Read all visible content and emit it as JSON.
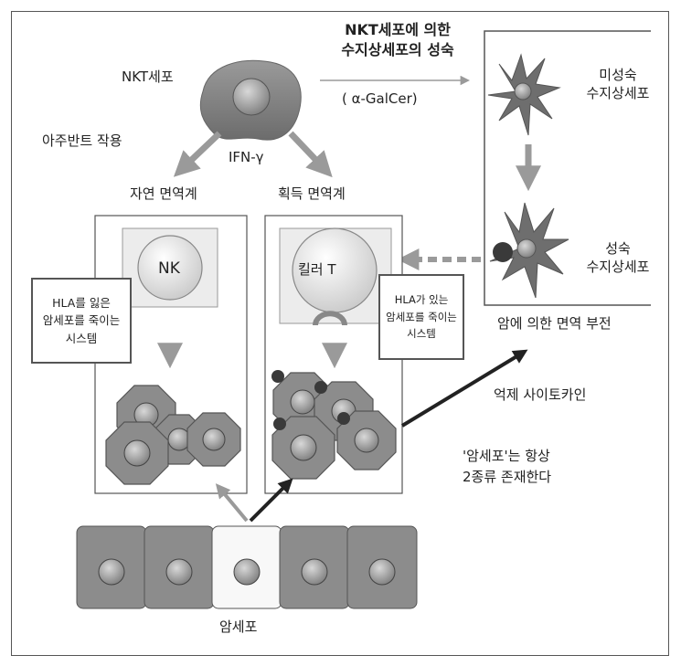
{
  "labels": {
    "nkt_cell": "NKT세포",
    "adjuvant": "아주반트 작용",
    "ifn": "IFN-γ",
    "top_title_line1": "NKT세포에 의한",
    "top_title_line2": "수지상세포의 성숙",
    "galcer": "( α-GalCer)",
    "immature_dc_line1": "미성숙",
    "immature_dc_line2": "수지상세포",
    "mature_dc_line1": "성숙",
    "mature_dc_line2": "수지상세포",
    "innate_immunity": "자연 면역계",
    "acquired_immunity": "획득 면역계",
    "nk": "NK",
    "killer_t": "킬러 T",
    "hla_lost_line1": "HLA를 잃은",
    "hla_lost_line2": "암세포를 죽이는",
    "hla_lost_line3": "시스템",
    "hla_present_line1": "HLA가 있는",
    "hla_present_line2": "암세포를 죽이는",
    "hla_present_line3": "시스템",
    "immune_failure": "암에 의한 면역 부전",
    "suppressive_cytokine": "억제 사이토카인",
    "note_line1": "'암세포'는 항상",
    "note_line2": "2종류 존재한다",
    "cancer_cell": "암세포"
  },
  "colors": {
    "cell_gray": "#8c8c8c",
    "arrow_gray": "#9a9a9a",
    "dark": "#222222"
  }
}
